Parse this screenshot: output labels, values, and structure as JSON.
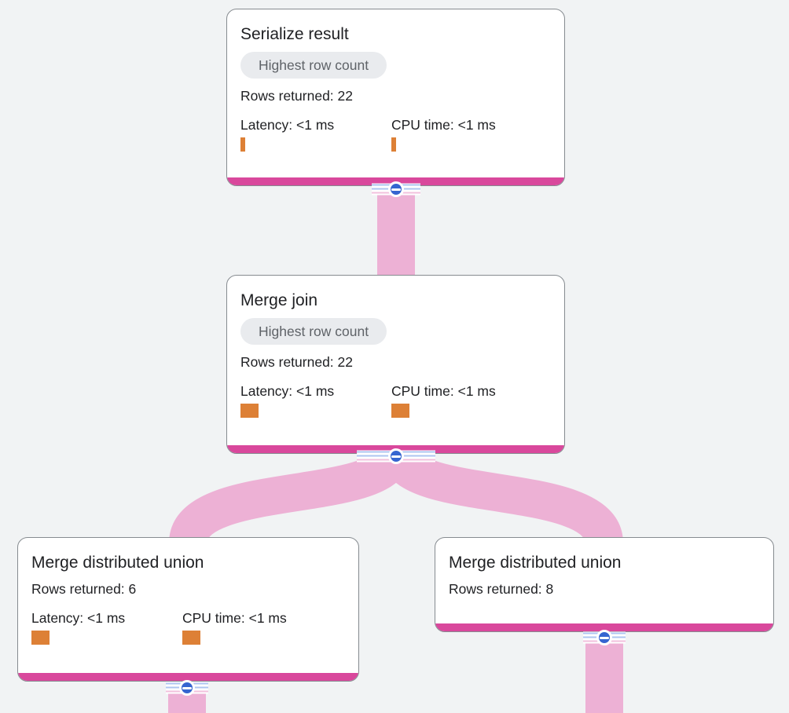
{
  "colors": {
    "background": "#f1f3f4",
    "card_bg": "#ffffff",
    "card_border": "#868b90",
    "accent_bar": "#d9489c",
    "flow_band": "#edb1d5",
    "button_blue": "#3565d0",
    "stripe_blue": "#aec6f0",
    "stripe_pink": "#f2c0dd",
    "badge_bg": "#e9ebee",
    "badge_text": "#5f6368",
    "text": "#202124",
    "metric_bar": "#dd8036"
  },
  "icons": {
    "collapse_minus": "minus"
  },
  "nodes": [
    {
      "title": "Serialize result",
      "badge": "Highest row count",
      "rows_label": "Rows returned:",
      "rows_value": "22",
      "latency_label": "Latency: <1 ms",
      "cpu_label": "CPU time: <1 ms",
      "latency_bar_width": 6,
      "cpu_bar_width": 6
    },
    {
      "title": "Merge join",
      "badge": "Highest row count",
      "rows_label": "Rows returned:",
      "rows_value": "22",
      "latency_label": "Latency: <1 ms",
      "cpu_label": "CPU time: <1 ms",
      "latency_bar_width": 23,
      "cpu_bar_width": 23
    },
    {
      "title": "Merge distributed union",
      "rows_label": "Rows returned:",
      "rows_value": "6",
      "latency_label": "Latency: <1 ms",
      "cpu_label": "CPU time: <1 ms",
      "latency_bar_width": 23,
      "cpu_bar_width": 23
    },
    {
      "title": "Merge distributed union",
      "rows_label": "Rows returned:",
      "rows_value": "8"
    }
  ]
}
